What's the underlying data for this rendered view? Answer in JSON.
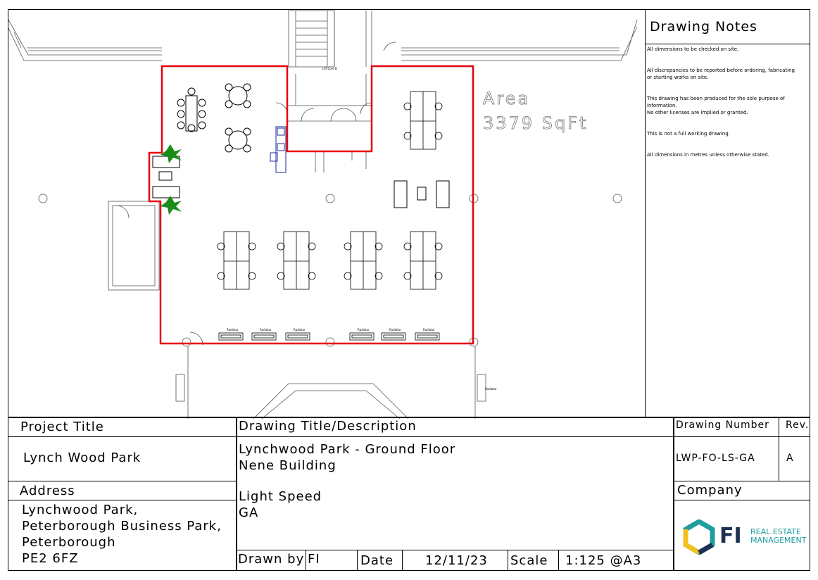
{
  "plan": {
    "area_label": "Area",
    "area_value": "3379 SqFt",
    "stair_label": "Lift Core B",
    "radiator_label": "Radiator",
    "boundary_color": "#e8000b",
    "plant_color": "#1a8c1a",
    "kitchen_color": "#1a2a9c"
  },
  "notes": {
    "title": "Drawing Notes",
    "items": [
      "All dimensions to be checked on site.",
      "All discrepancies to be reported before ordering, fabricating or starting works on site.",
      "This drawing has been produced for the sole purpose of information.\nNo other licenses are implied or granted.",
      "This is not a full working drawing.",
      "All dimensions in metres unless otherwise stated."
    ]
  },
  "titleblock": {
    "project_title_label": "Project Title",
    "project_title_value": "Lynch Wood Park",
    "address_label": "Address",
    "address_lines": [
      "Lynchwood Park,",
      "Peterborough Business Park,",
      "Peterborough",
      "PE2 6FZ"
    ],
    "drawing_title_label": "Drawing Title/Description",
    "drawing_title_lines": [
      "Lynchwood Park - Ground Floor",
      "Nene Building"
    ],
    "description_lines": [
      "Light Speed",
      "GA"
    ],
    "drawn_by_label": "Drawn by",
    "drawn_by_value": "FI",
    "date_label": "Date",
    "date_value": "12/11/23",
    "scale_label": "Scale",
    "scale_value": "1:125 @A3",
    "drawing_number_label": "Drawing Number",
    "drawing_number_value": "LWP-FO-LS-GA",
    "rev_label": "Rev.",
    "rev_value": "A",
    "company_label": "Company",
    "company_logo": {
      "mark": "FI",
      "line1": "REAL ESTATE",
      "line2": "MANAGEMENT",
      "hex_colors": [
        "#f4c01c",
        "#1f9e9e",
        "#1d2f52"
      ]
    }
  }
}
